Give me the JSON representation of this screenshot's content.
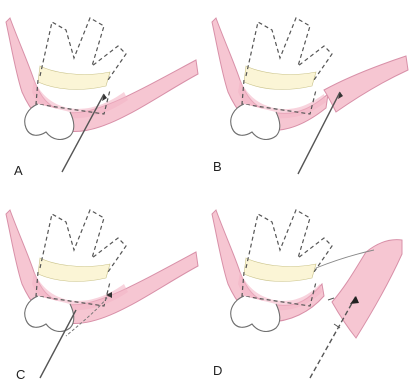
{
  "figure": {
    "panels": [
      {
        "label": "A"
      },
      {
        "label": "B"
      },
      {
        "label": "C"
      },
      {
        "label": "D"
      }
    ]
  },
  "colors": {
    "gum_fill": "#f6c6d2",
    "gum_stroke": "#d890a8",
    "inner_band": "#f3b6c7",
    "tooth_crown_fill": "#fbf5d6",
    "outline": "#6f6f6f",
    "dashed": "#555555",
    "needle": "#555555"
  }
}
